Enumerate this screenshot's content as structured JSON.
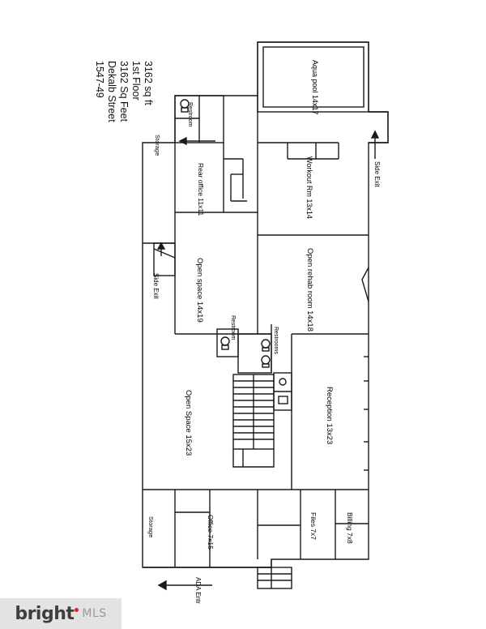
{
  "document": {
    "type": "floor-plan",
    "title_lines": [
      "1547-49",
      "Dekalb Street",
      "3162 Sq Feet",
      "1st Floor",
      "3162 sq ft"
    ]
  },
  "rooms": [
    {
      "id": "aqua-pool",
      "label": "Aqua pool 14x17"
    },
    {
      "id": "workout-room",
      "label": "Workout Rm 13x14"
    },
    {
      "id": "open-rehab-room",
      "label": "Open rehab room 14x18"
    },
    {
      "id": "rear-office",
      "label": "Rear office 11x11"
    },
    {
      "id": "open-space-14x19",
      "label": "Open space 14x19"
    },
    {
      "id": "open-space-15x23",
      "label": "Open Space 15x23"
    },
    {
      "id": "reception",
      "label": "Reception 13x23"
    },
    {
      "id": "office-7x15",
      "label": "Office 7x15"
    },
    {
      "id": "files-7x7",
      "label": "Files 7x7"
    },
    {
      "id": "billing-7x8",
      "label": "Billing 7x8"
    },
    {
      "id": "storage-top",
      "label": "Storage"
    },
    {
      "id": "storage-bottom",
      "label": "Storage"
    },
    {
      "id": "restroom-top",
      "label": "Restroom"
    },
    {
      "id": "restroom-mid",
      "label": "Restroom"
    },
    {
      "id": "restrooms-stair",
      "label": "Restrooms"
    }
  ],
  "exits": [
    {
      "id": "side-exit-upper",
      "label": "Side Exit"
    },
    {
      "id": "side-exit-lower",
      "label": "Side Exit"
    },
    {
      "id": "ada-entrance",
      "label": "ADA Entr"
    }
  ],
  "watermark": {
    "brand": "bright",
    "suffix": "MLS"
  },
  "colors": {
    "line": "#1a1a1a",
    "background": "#ffffff",
    "watermark_bg": "#e3e3e3",
    "watermark_text": "#3f3f3f",
    "watermark_accent": "#d8232a",
    "watermark_mls": "#9a9a9a"
  }
}
